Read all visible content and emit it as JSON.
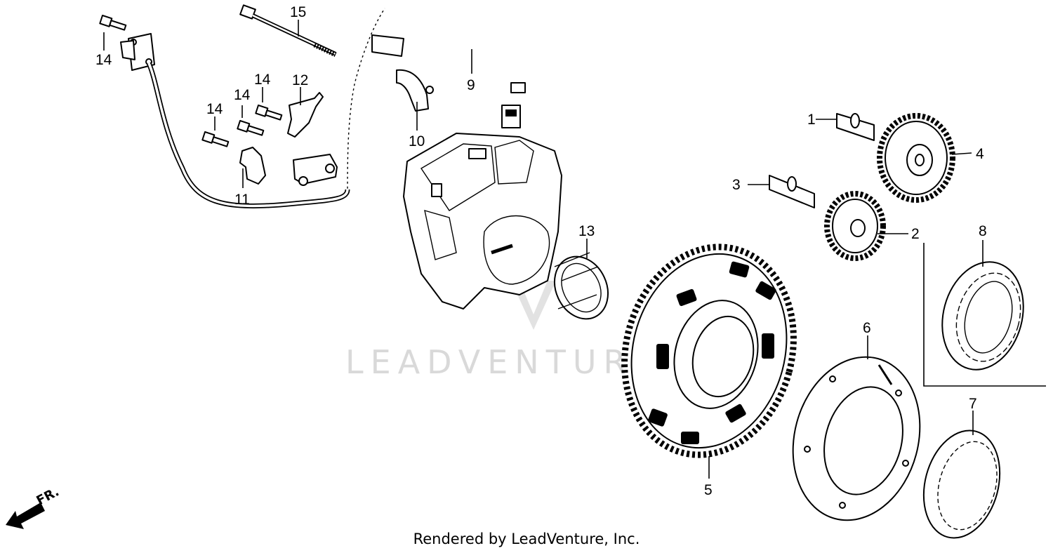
{
  "watermark": "LEADVENTURE",
  "footer": "Rendered by LeadVenture, Inc.",
  "direction_label": "FR.",
  "parts": [
    {
      "ref": "1"
    },
    {
      "ref": "2"
    },
    {
      "ref": "3"
    },
    {
      "ref": "4"
    },
    {
      "ref": "5"
    },
    {
      "ref": "6"
    },
    {
      "ref": "7"
    },
    {
      "ref": "8"
    },
    {
      "ref": "9"
    },
    {
      "ref": "10"
    },
    {
      "ref": "11"
    },
    {
      "ref": "12"
    },
    {
      "ref": "13"
    },
    {
      "ref": "14"
    },
    {
      "ref": "14"
    },
    {
      "ref": "14"
    },
    {
      "ref": "14"
    },
    {
      "ref": "15"
    }
  ]
}
